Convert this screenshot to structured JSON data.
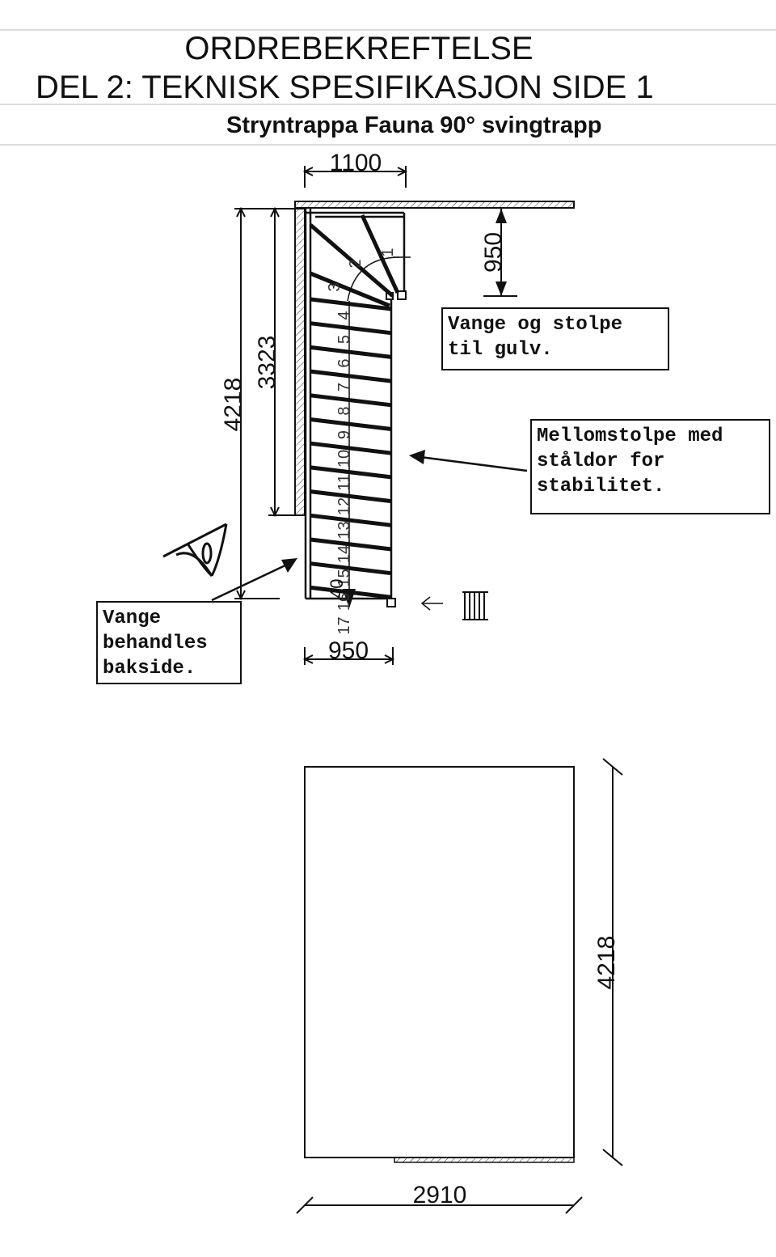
{
  "header": {
    "title_line1": "ORDREBEKREFTELSE",
    "title_line2": "DEL 2: TEKNISK SPESIFIKASJON SIDE 1",
    "subtitle": "Stryntrappa Fauna 90° svingtrapp"
  },
  "stair_plan": {
    "dim_top_width": "1100",
    "dim_bottom_width": "950",
    "dim_total_length": "4218",
    "dim_wall_length": "3323",
    "dim_landing_depth": "950",
    "step_numbers": [
      "1",
      "2",
      "3",
      "4",
      "5",
      "6",
      "7",
      "8",
      "9",
      "10",
      "11",
      "12",
      "13",
      "14",
      "15",
      "16",
      "17"
    ],
    "start_label": "40"
  },
  "notes": {
    "vange_stolpe": "Vange og stolpe\ntil gulv.",
    "mellomstolpe": "Mellomstolpe med\nståldor for\nstabilitet.",
    "vange_behandles": "Vange\nbehandles\nbakside."
  },
  "room_plan": {
    "dim_height": "4218",
    "dim_width": "2910"
  }
}
